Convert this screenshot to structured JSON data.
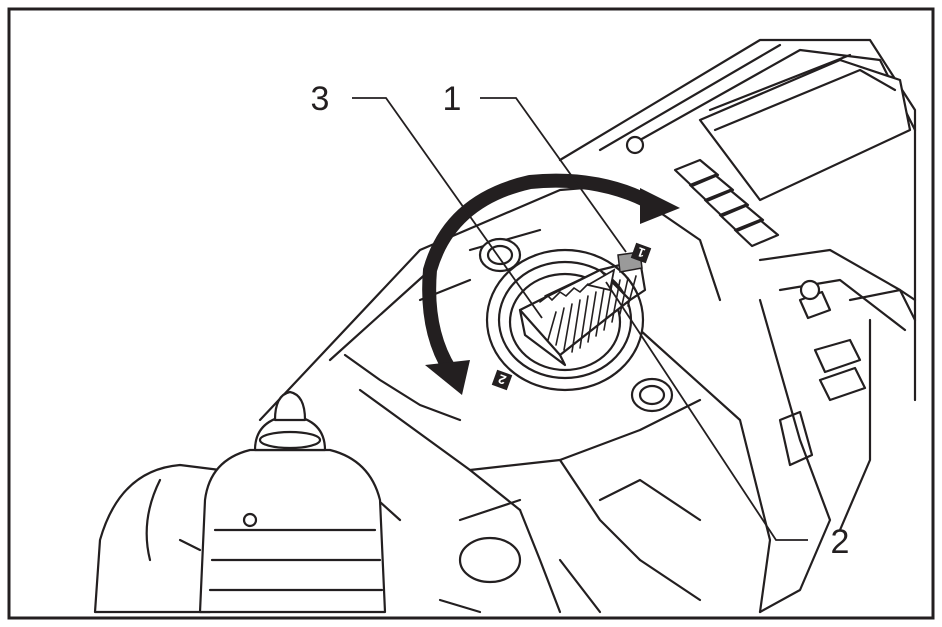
{
  "callouts": [
    {
      "id": "1",
      "label": "1"
    },
    {
      "id": "2",
      "label": "2"
    },
    {
      "id": "3",
      "label": "3"
    }
  ],
  "mode_marks": {
    "mode_1": "1",
    "mode_2": "2"
  },
  "colors": {
    "line": "#231f20",
    "background": "#ffffff",
    "pointer_fill": "#9a9a9a"
  }
}
